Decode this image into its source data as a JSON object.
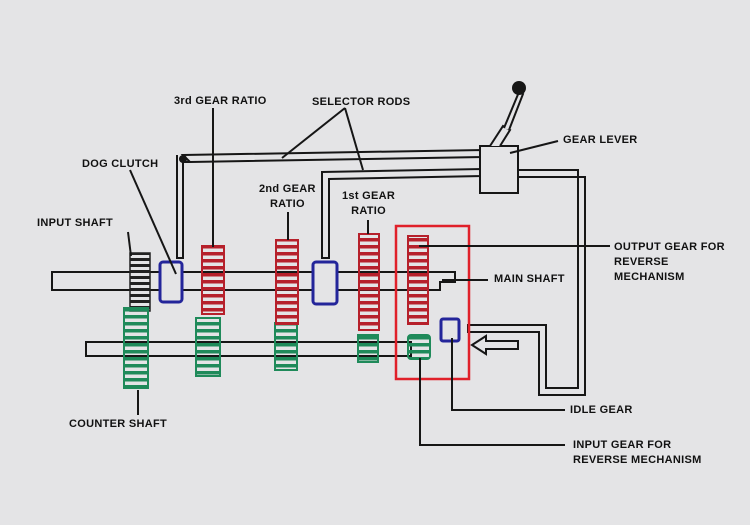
{
  "labels": {
    "third_gear_ratio": "3rd GEAR RATIO",
    "selector_rods": "SELECTOR RODS",
    "gear_lever": "GEAR LEVER",
    "dog_clutch": "DOG CLUTCH",
    "second_gear_ratio": [
      "2nd GEAR",
      "RATIO"
    ],
    "first_gear_ratio": [
      "1st GEAR",
      "RATIO"
    ],
    "input_shaft": "INPUT SHAFT",
    "output_gear_reverse": [
      "OUTPUT GEAR FOR",
      "REVERSE",
      "MECHANISM"
    ],
    "main_shaft": "MAIN SHAFT",
    "counter_shaft": "COUNTER SHAFT",
    "idle_gear": "IDLE GEAR",
    "input_gear_reverse": [
      "INPUT GEAR FOR",
      "REVERSE MECHANISM"
    ]
  },
  "colors": {
    "background": "#e4e4e6",
    "outline": "#161616",
    "ratio_gears": "#b6202b",
    "counter_gears": "#1f8a5a",
    "dog_clutch": "#23259a",
    "input_gear": "#222222",
    "highlight_box": "#e0202a"
  }
}
